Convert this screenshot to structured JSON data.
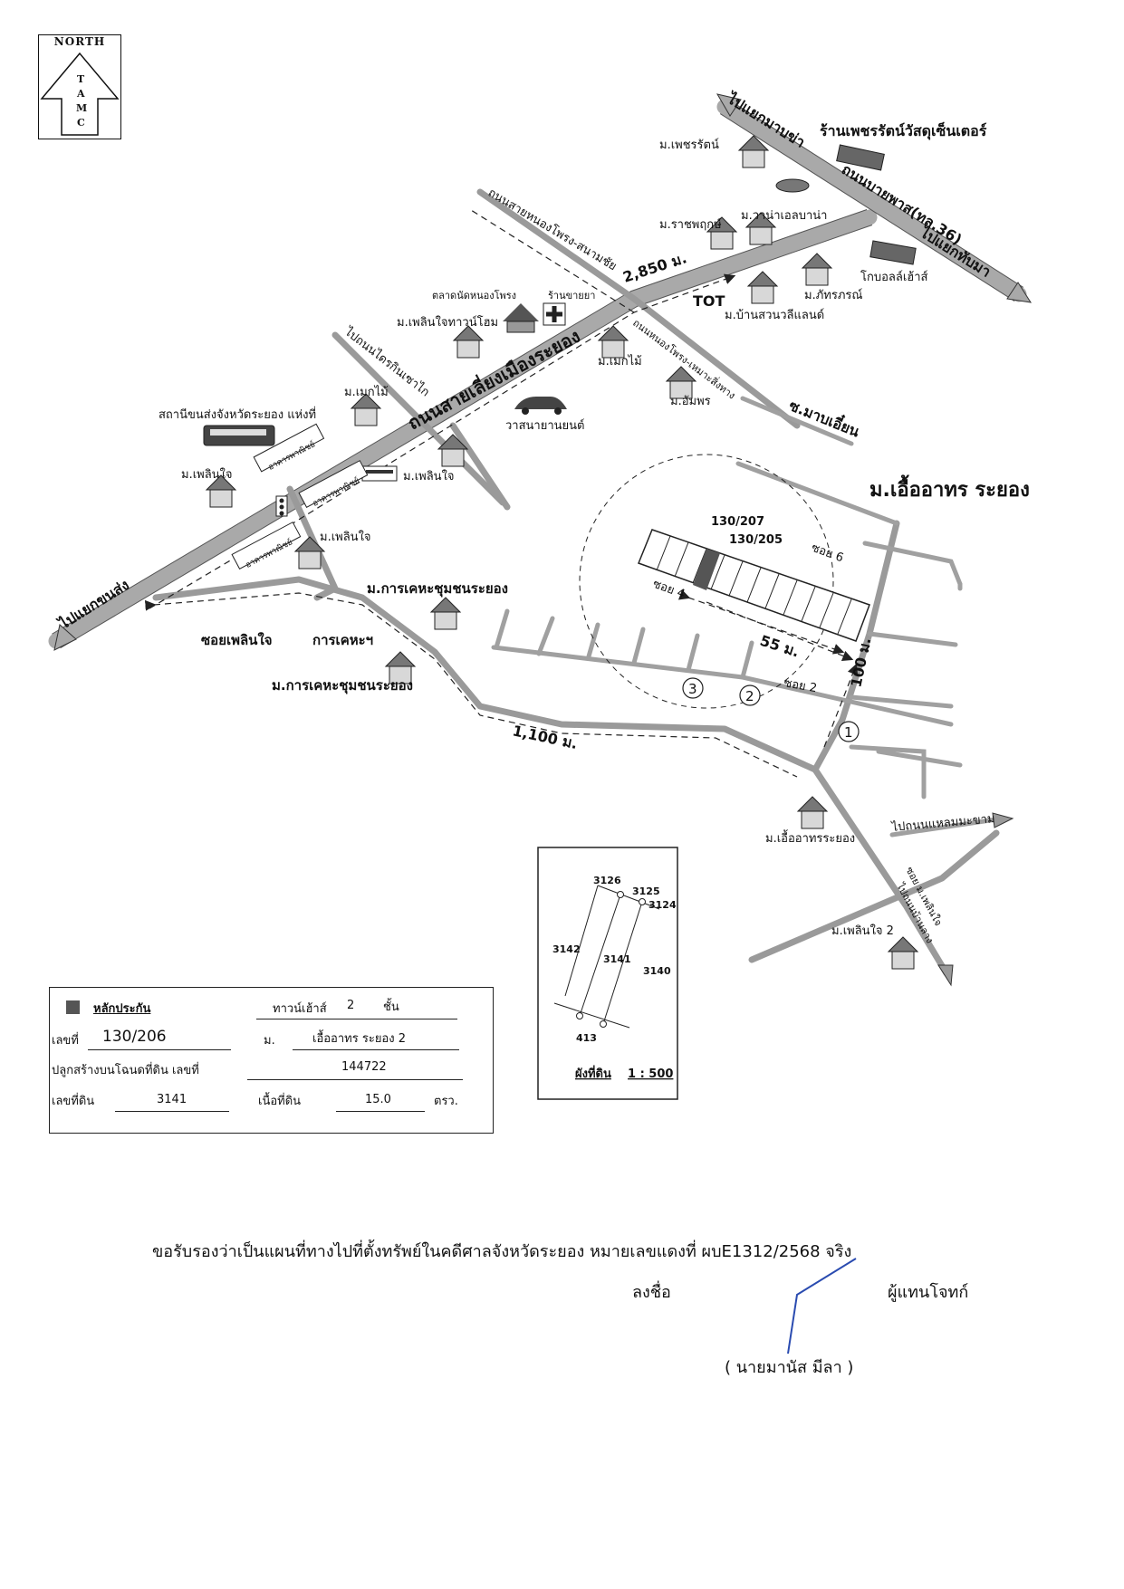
{
  "north_box": {
    "title": "NORTH",
    "letters": [
      "T",
      "A",
      "M",
      "C"
    ]
  },
  "map_labels": {
    "to_ban_chang_junction": "ไปแยกมาบข่า",
    "phet_ratt_shop": "ร้านเพชรรัตน์วัสดุเซ็นเตอร์",
    "phet_ratt_village": "ม.เพชรรัตน์",
    "sukhumvit_road": "ถนนบายพาส(ทล.36)",
    "to_thap_ma": "ไปแยกทับมา",
    "ratchaphruek": "ม.ราชพฤกษ์",
    "vanna_elbana": "ม.วาน่าเอลบาน่า",
    "nong_phrong_market": "ตลาดนัดหนองโพรง",
    "drugstore": "ร้านขายยา",
    "distance_2850": "2,850 ม.",
    "nong_phrong_road_upper": "ถนนสายหนองโพรง-สนามชัย",
    "lotus": "โกบอลล์เฮ้าส์",
    "phatraporn": "ม.ภัทรภรณ์",
    "ban_suan_land": "ม.บ้านสวนวลีแลนด์",
    "tot": "TOT",
    "phloen_jai_townhome": "ม.เพลินใจทาวน์โฮม",
    "to_phan_phrong": "ไปถนนไดรกินเซาไก",
    "rayong_ring_road": "ถนนสายเลี่ยงเมืองระยอง",
    "nong_phrong_road_lower": "ถนนหนองโพรง-เหมาะสิ่งทาง",
    "mek_mai_1": "ม.เมกไม้",
    "mek_mai_2": "ม.เมกไม้",
    "amphon": "ม.อัมพร",
    "wasana_car": "วาสนายานยนต์",
    "soi_map_ian": "ซ.มาบเอี๋ยน",
    "bus_station": "สถานีขนส่งจังหวัดระยอง แห่งที่",
    "phloen_jai_a": "ม.เพลินใจ",
    "phloen_jai_b": "ม.เพลินใจ",
    "phloen_jai_c": "ม.เพลินใจ",
    "commercial_1": "อาคารพาณิชย์",
    "commercial_2": "อาคารพาณิชย์",
    "commercial_3": "อาคารพาณิชย์",
    "to_bus_junction": "ไปแยกขนส่ง",
    "eua_athon_title": "ม.เอื้ออาทร ระยอง",
    "plot_130_207": "130/207",
    "plot_130_205": "130/205",
    "soi_6": "ซอย 6",
    "soi_4": "ซอย 4",
    "soi_2": "ซอย 2",
    "distance_55": "55 ม.",
    "distance_100": "100 ม.",
    "circle_1": "1",
    "circle_2": "2",
    "circle_3": "3",
    "karn_kheha_upper": "ม.การเคหะชุมชนระยอง",
    "karn_kheha_lower": "ม.การเคหะชุมชนระยอง",
    "soi_phloen_jai": "ซอยเพลินใจ",
    "karn_kheha_short": "การเคหะฯ",
    "distance_1100": "1,100 ม.",
    "eua_athon_bottom": "ม.เอื้ออาทรระยอง",
    "to_laem_ma_kham": "ไปถนนแหลมมะขาม",
    "soi_phloen_jai_2": "ซอย ม.เพลินใจ",
    "phloen_jai_2": "ม.เพลินใจ 2",
    "to_ban_lang": "ไปถนนบ้านลาง"
  },
  "inset_map": {
    "parcels": [
      "3126",
      "3125",
      "3124",
      "3142",
      "3141",
      "3140",
      "413"
    ],
    "caption": "ผังที่ดิน",
    "scale": "1 : 500"
  },
  "info_box": {
    "collateral_label": "หลักประกัน",
    "building_type": "ทาวน์เฮ้าส์",
    "floors": "2",
    "floors_unit": "ชั้น",
    "house_no_label": "เลขที่",
    "house_no": "130/206",
    "village_label": "ม.",
    "village": "เอื้ออาทร ระยอง 2",
    "deed_label": "ปลูกสร้างบนโฉนดที่ดิน เลขที่",
    "deed_no": "144722",
    "land_no_label": "เลขที่ดิน",
    "land_no": "3141",
    "area_label": "เนื้อที่ดิน",
    "area": "15.0",
    "area_unit": "ตรว."
  },
  "certification": {
    "statement": "ขอรับรองว่าเป็นแผนที่ทางไปที่ตั้งทรัพย์ในคดีศาลจังหวัดระยอง หมายเลขแดงที่ ผบE1312/2568 จริง",
    "sign_label": "ลงชื่อ",
    "role": "ผู้แทนโจทก์",
    "name": "( นายมานัส มีลา )"
  },
  "colors": {
    "road": "#a9a9a9",
    "signature_ink": "#2a4bb0",
    "collateral": "#555555"
  }
}
